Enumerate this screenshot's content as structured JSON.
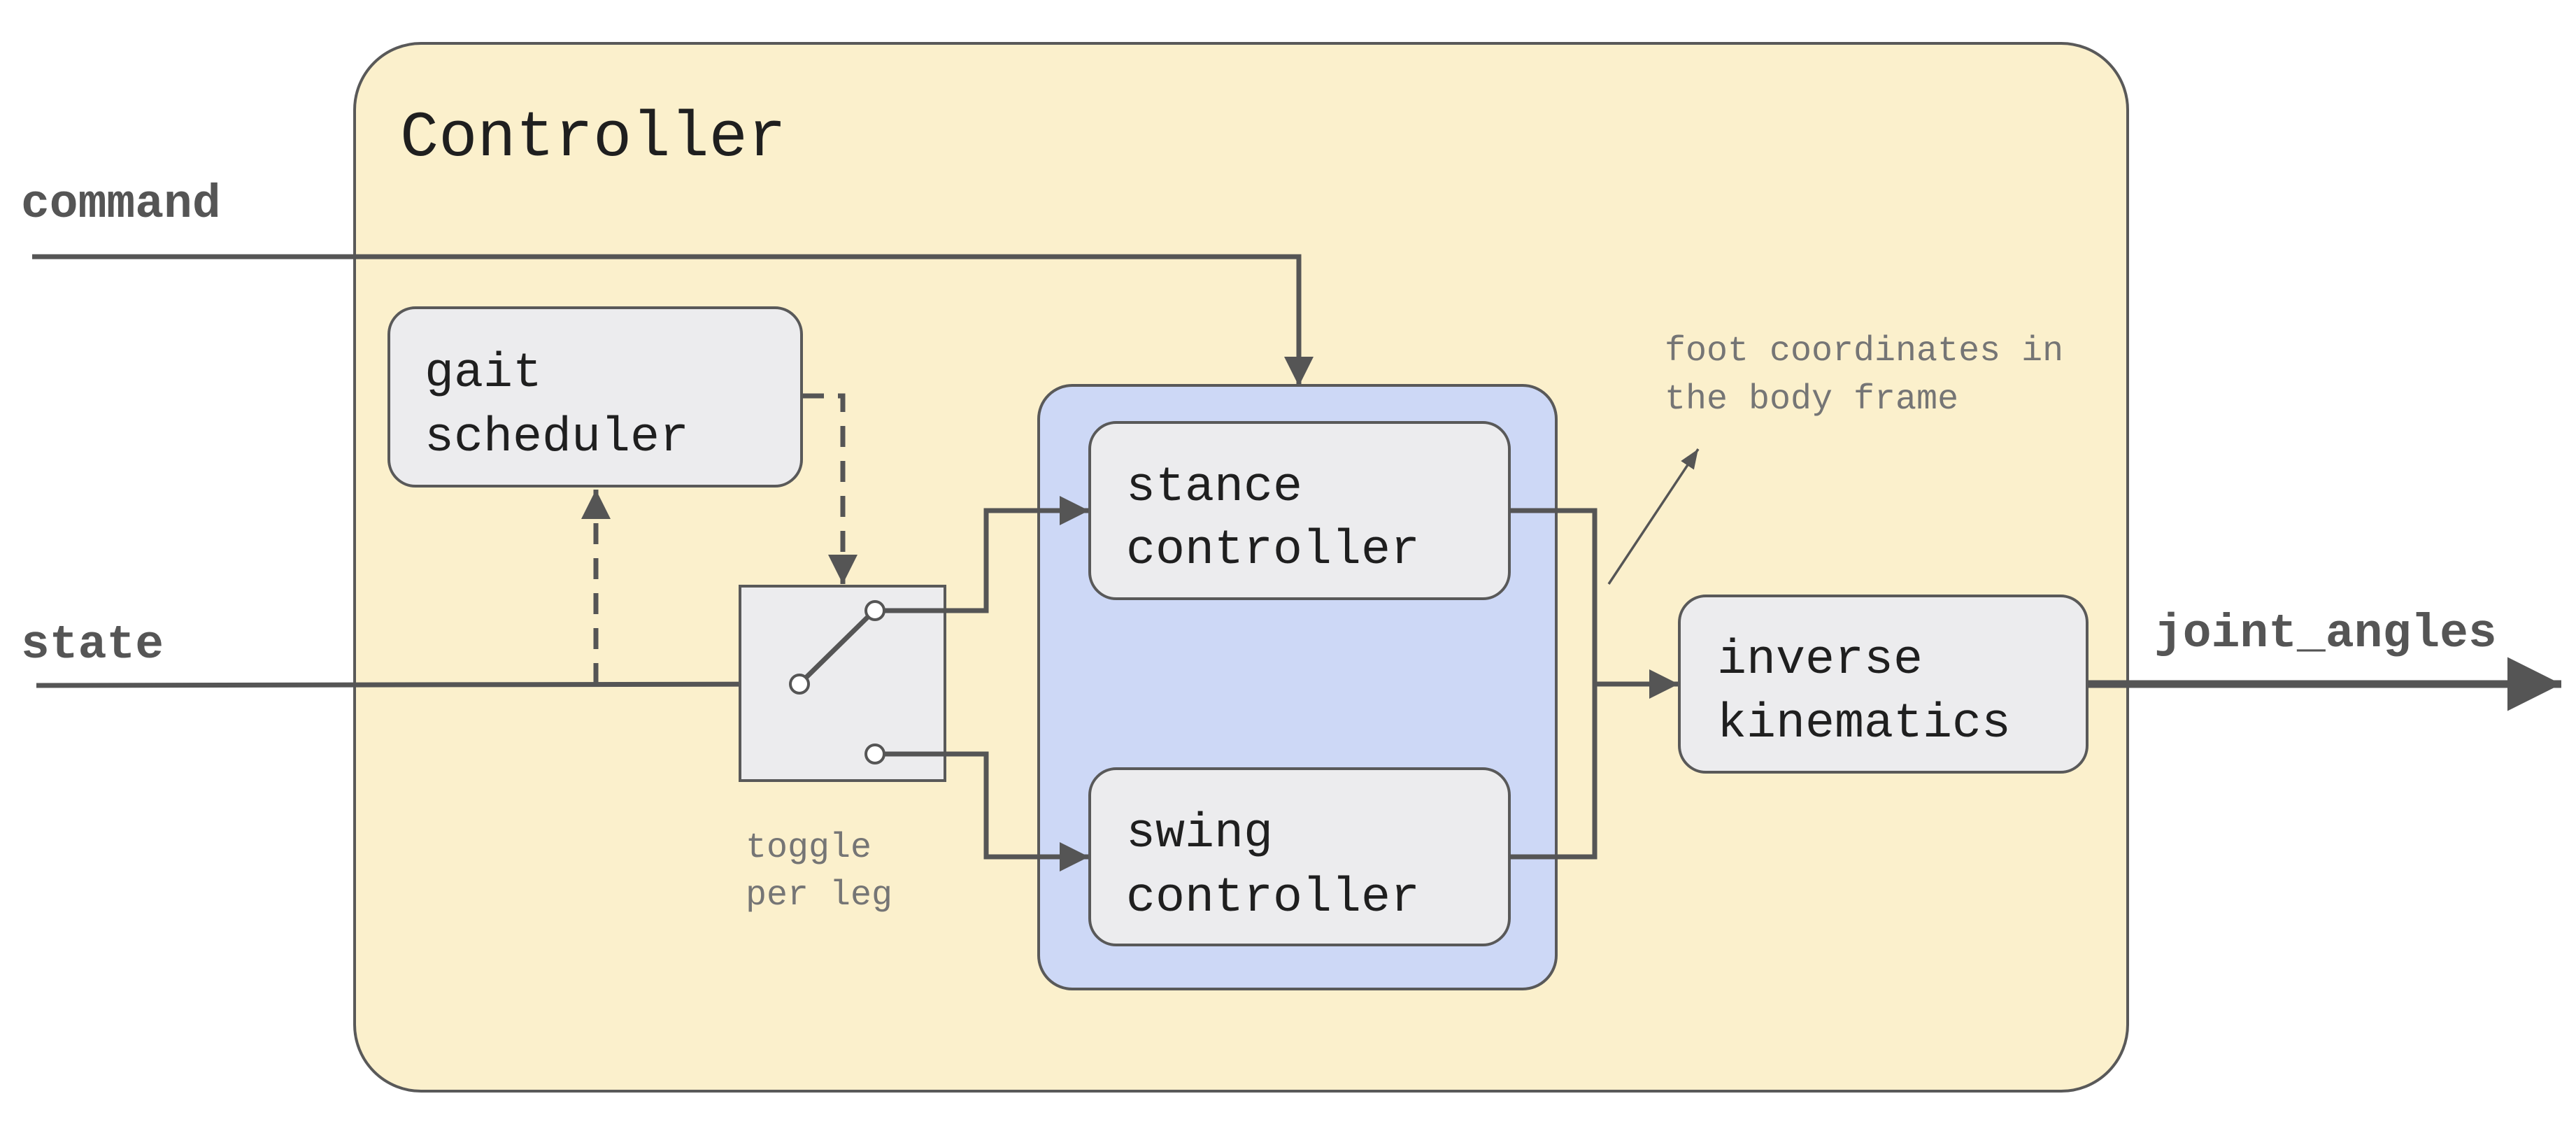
{
  "colors": {
    "controller_fill": "#fbf0cc",
    "inner_group_fill": "#cdd8f6",
    "block_fill": "#ececee",
    "stroke": "#595959"
  },
  "controller": {
    "title": "Controller"
  },
  "inputs": {
    "command": "command",
    "state": "state"
  },
  "output": {
    "joint_angles": "joint_angles"
  },
  "blocks": {
    "gait_scheduler": [
      "gait",
      "scheduler"
    ],
    "stance_controller": [
      "stance",
      "controller"
    ],
    "swing_controller": [
      "swing",
      "controller"
    ],
    "inverse_kinematics": [
      "inverse",
      "kinematics"
    ]
  },
  "annotations": {
    "toggle": [
      "toggle",
      "per leg"
    ],
    "foot_coordinates": [
      "foot coordinates in",
      "the body frame"
    ]
  }
}
